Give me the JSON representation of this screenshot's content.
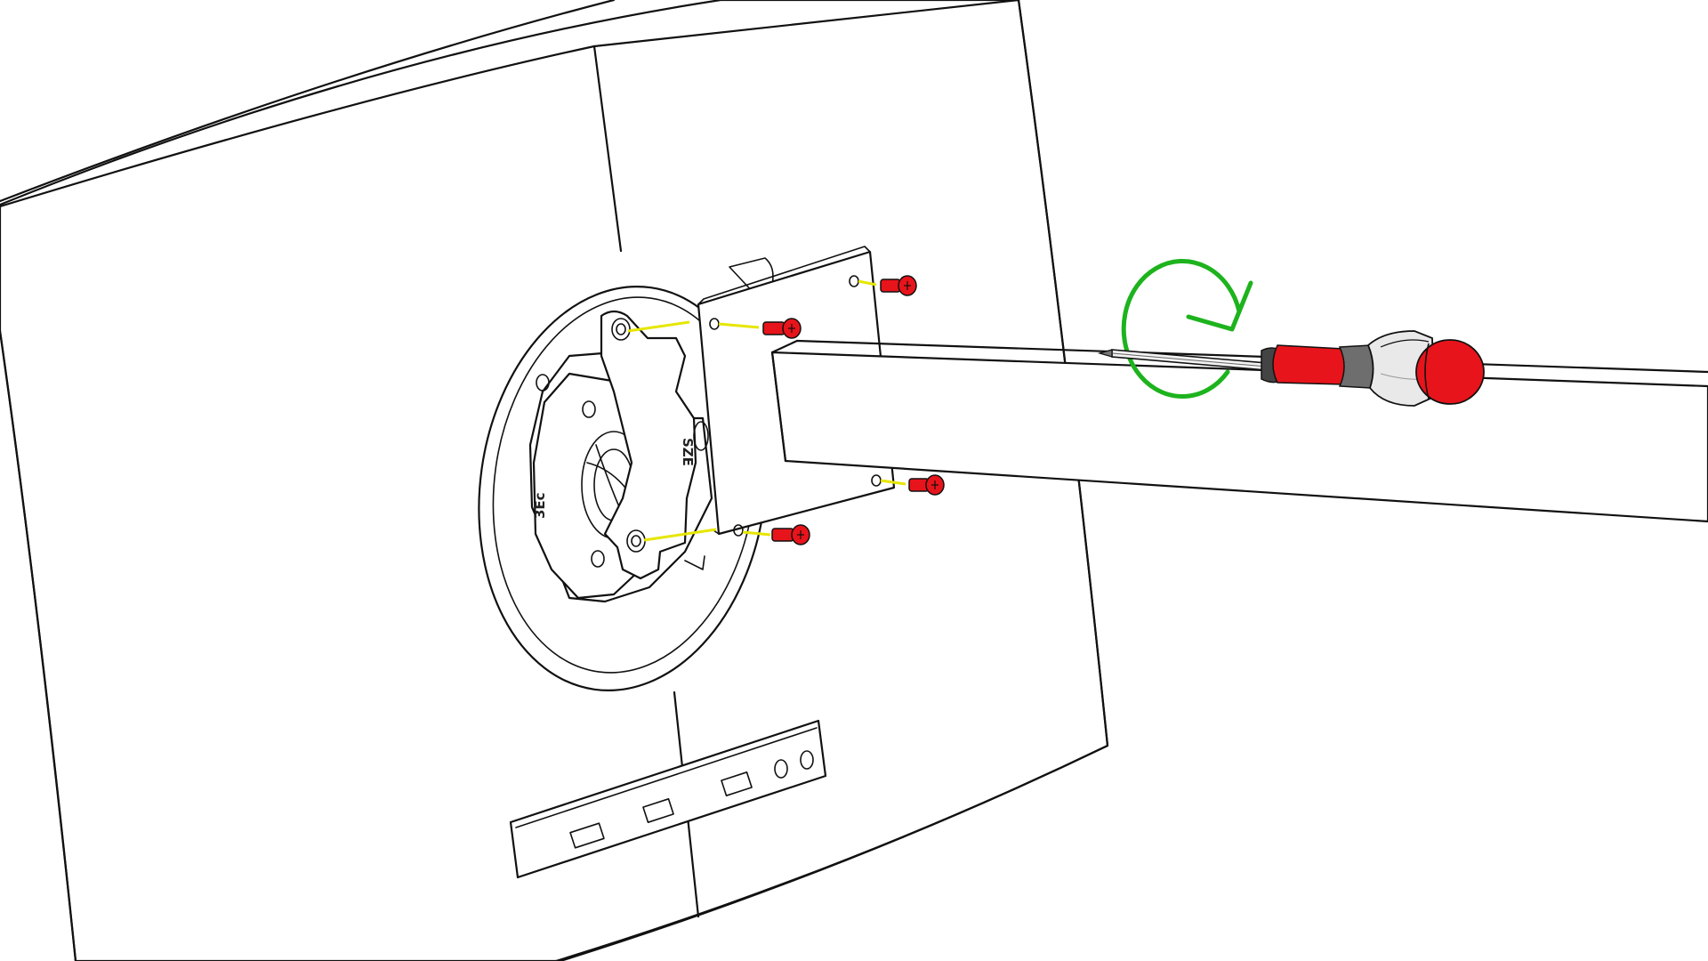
{
  "illustration": {
    "subject": "monitor-arm-vesa-mount",
    "plate_marking": "SZE",
    "hub_marking": "3Ec",
    "screw_count": 4,
    "colors": {
      "line": "#111111",
      "screw": "#e8141b",
      "guide_line": "#e6e600",
      "rotation_arrow": "#1db31d",
      "screwdriver_grip": "#e8141b",
      "screwdriver_band": "#6e6e6e",
      "background": "#ffffff"
    },
    "icons": {
      "rotation": "clockwise-arrow-icon",
      "tool": "screwdriver-icon",
      "fastener": "screw-icon"
    }
  }
}
